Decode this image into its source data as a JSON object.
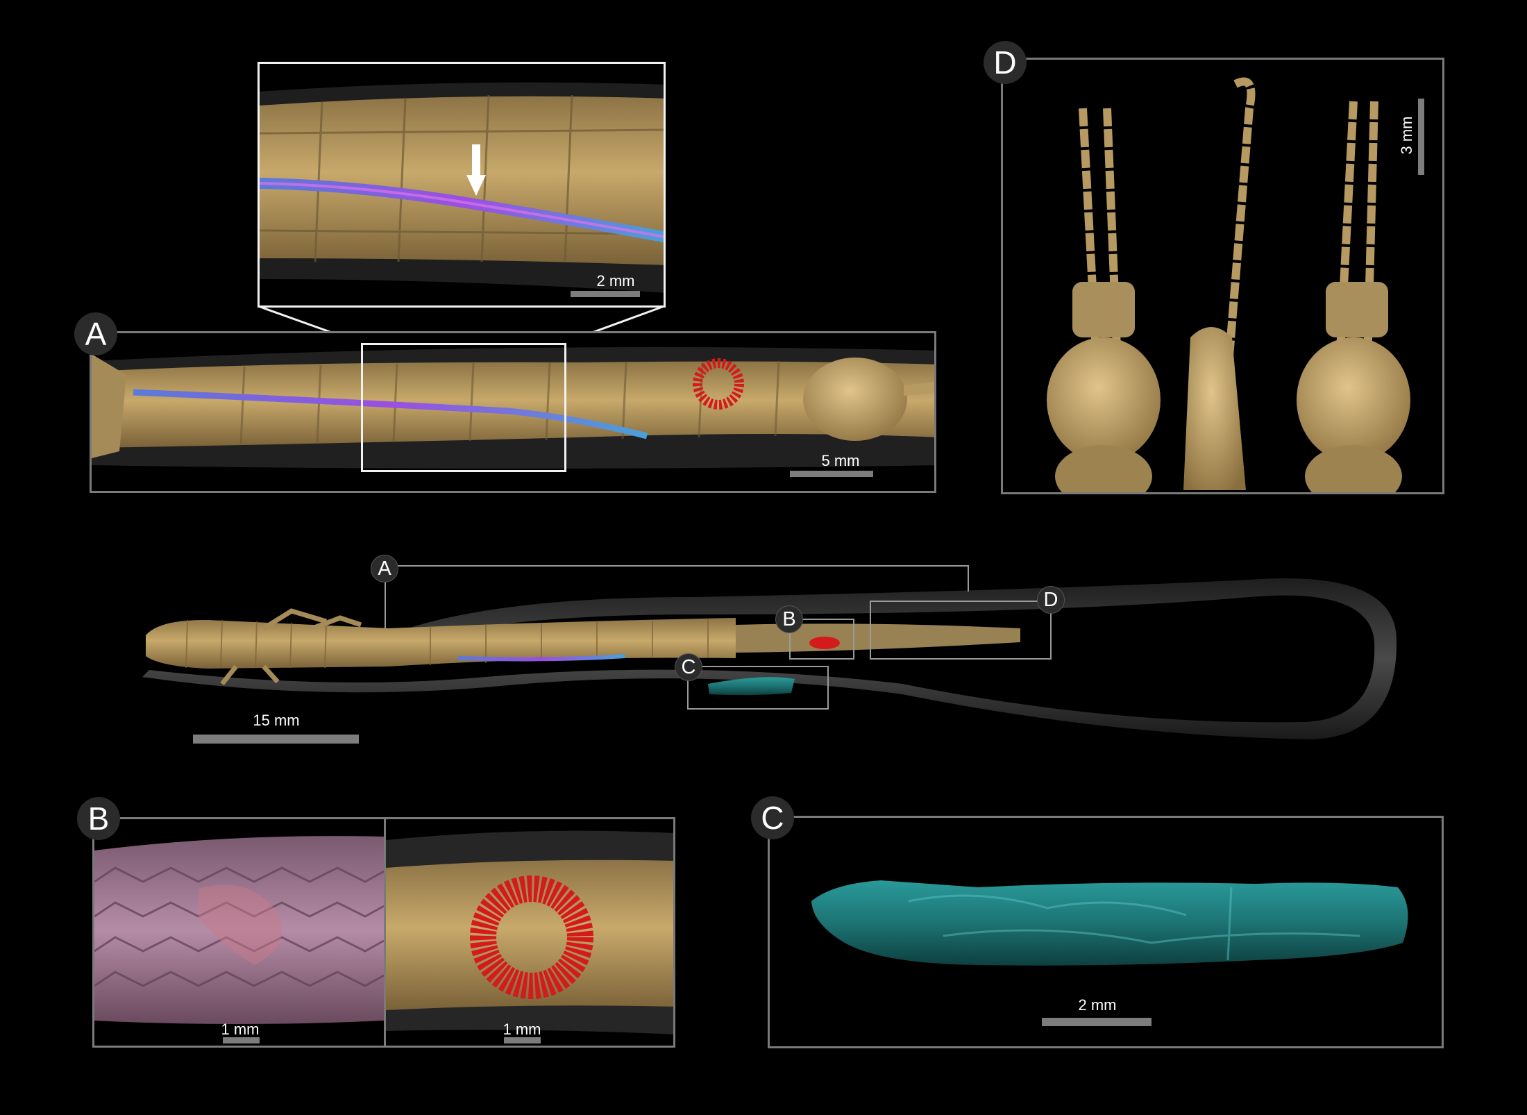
{
  "panels": {
    "A": {
      "label": "A",
      "scale": "5 mm",
      "inset_scale": "2 mm"
    },
    "B": {
      "label": "B",
      "scale_left": "1 mm",
      "scale_right": "1 mm"
    },
    "C": {
      "label": "C",
      "scale": "2 mm"
    },
    "D": {
      "label": "D",
      "scale": "3 mm"
    }
  },
  "overview": {
    "scale": "15 mm",
    "markers": {
      "A": "A",
      "B": "B",
      "C": "C",
      "D": "D"
    }
  },
  "colors": {
    "background": "#000000",
    "specimen_tan": "#b79a62",
    "snake_skin": "#3a3a3a",
    "vessel_blue_magenta": "#7a55d6",
    "red_structure": "#d41a1a",
    "teal_structure": "#1f7d7d",
    "pink_skin": "#a87c9a"
  }
}
